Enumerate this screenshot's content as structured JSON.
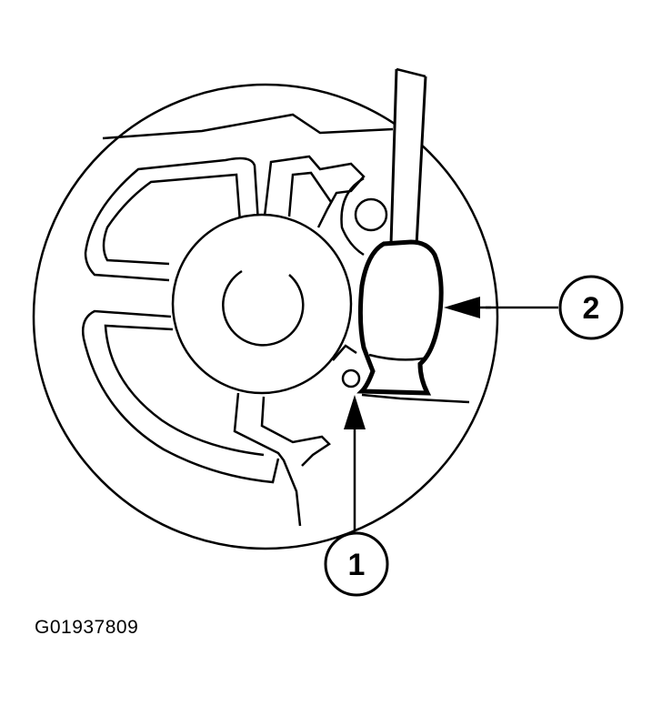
{
  "callouts": {
    "one": "1",
    "two": "2"
  },
  "figure_id": "G01937809",
  "colors": {
    "ink": "#000000",
    "paper": "#ffffff"
  }
}
